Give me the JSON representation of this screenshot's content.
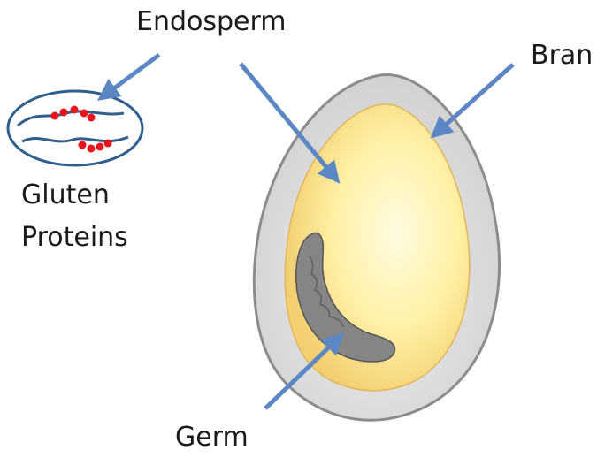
{
  "labels": {
    "endosperm": "Endosperm",
    "bran": "Bran",
    "gluten_line1": "Gluten",
    "gluten_line2": "Proteins",
    "germ": "Germ"
  },
  "colors": {
    "arrow": "#5b87c5",
    "bran": "#d6d6d6",
    "bran_outline": "#8c8c8c",
    "endosperm_outer": "#f1cb6e",
    "endosperm_inner": "#fff3b4",
    "germ": "#8a8a8a",
    "gluten_strand": "#2f5f8e",
    "gluten_dot": "#e8141c"
  }
}
